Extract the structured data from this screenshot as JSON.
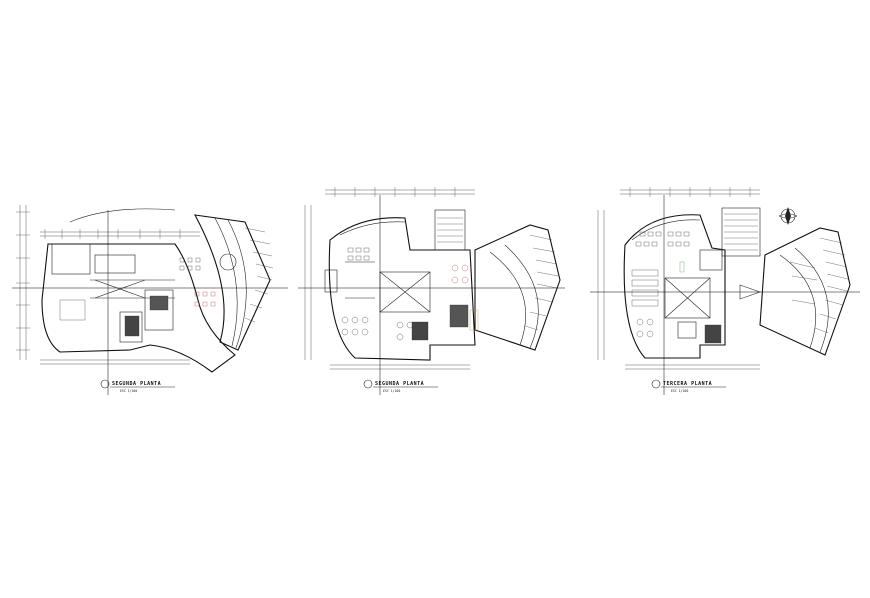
{
  "drawing": {
    "plans": [
      {
        "id": "plan-1",
        "title": "SEGUNDA PLANTA",
        "scale": "ESC 1/100"
      },
      {
        "id": "plan-2",
        "title": "SEGUNDA PLANTA",
        "scale": "ESC 1/100"
      },
      {
        "id": "plan-3",
        "title": "TERCERA PLANTA",
        "scale": "ESC 1/100"
      }
    ],
    "colors": {
      "line": "#222222",
      "background": "#ffffff",
      "accent_red": "#b23a3a",
      "accent_green": "#4a8f4a",
      "accent_orange": "#d08a2c"
    },
    "icons": [
      "north-arrow-icon"
    ]
  }
}
